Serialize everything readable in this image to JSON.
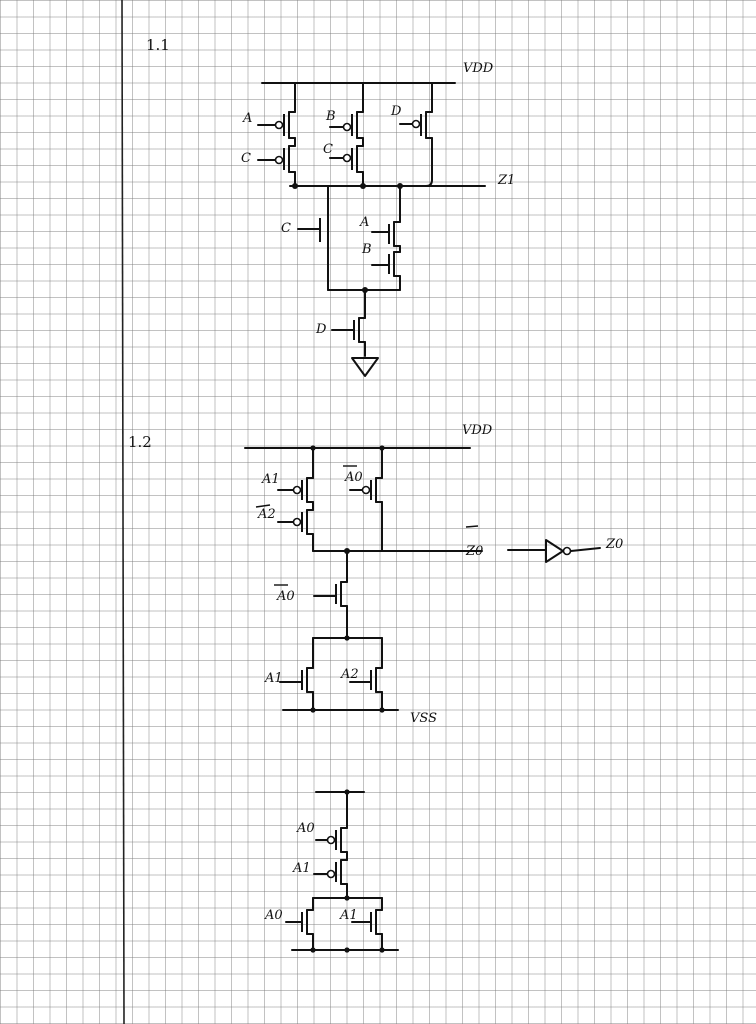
{
  "sections": {
    "s1": "1.1",
    "s2": "1.2"
  },
  "rails": {
    "vdd_1": "VDD",
    "vdd_2": "VDD",
    "vss_2": "VSS"
  },
  "outputs": {
    "z1": "Z1",
    "z0_bar": "Z0",
    "z0": "Z0"
  },
  "circuit1": {
    "pmos_a": "A",
    "pmos_c_left": "C",
    "pmos_b": "B",
    "pmos_c_mid": "C",
    "pmos_d": "D",
    "nmos_c": "C",
    "nmos_a": "A",
    "nmos_b": "B",
    "nmos_d": "D"
  },
  "circuit2": {
    "pmos_a1": "A1",
    "pmos_a2": "A2",
    "pmos_a0bar": "A0",
    "nmos_a0bar": "A0",
    "nmos_a1": "A1",
    "nmos_a2": "A2"
  },
  "circuit3": {
    "pmos_a0": "A0",
    "pmos_a1": "A1",
    "nmos_a0": "A0",
    "nmos_a1": "A1"
  }
}
